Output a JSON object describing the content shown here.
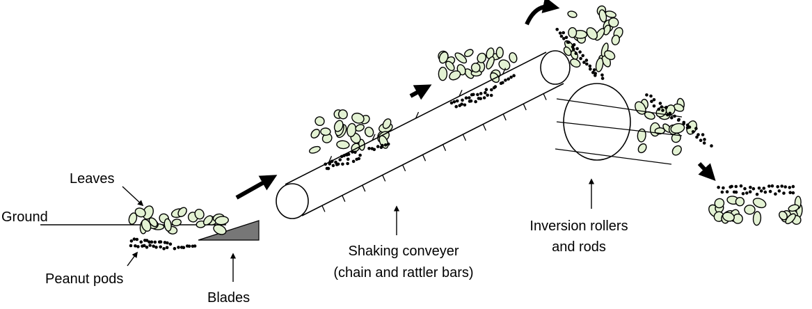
{
  "labels": {
    "ground": "Ground",
    "leaves": "Leaves",
    "peanut_pods": "Peanut pods",
    "blades": "Blades",
    "shaking_conveyer_line1": "Shaking conveyer",
    "shaking_conveyer_line2": "(chain and rattler bars)",
    "inversion_line1": "Inversion rollers",
    "inversion_line2": "and rods"
  },
  "colors": {
    "leaf_fill": "#e3f2d3",
    "blade_fill": "#777777",
    "ink": "#000000"
  }
}
